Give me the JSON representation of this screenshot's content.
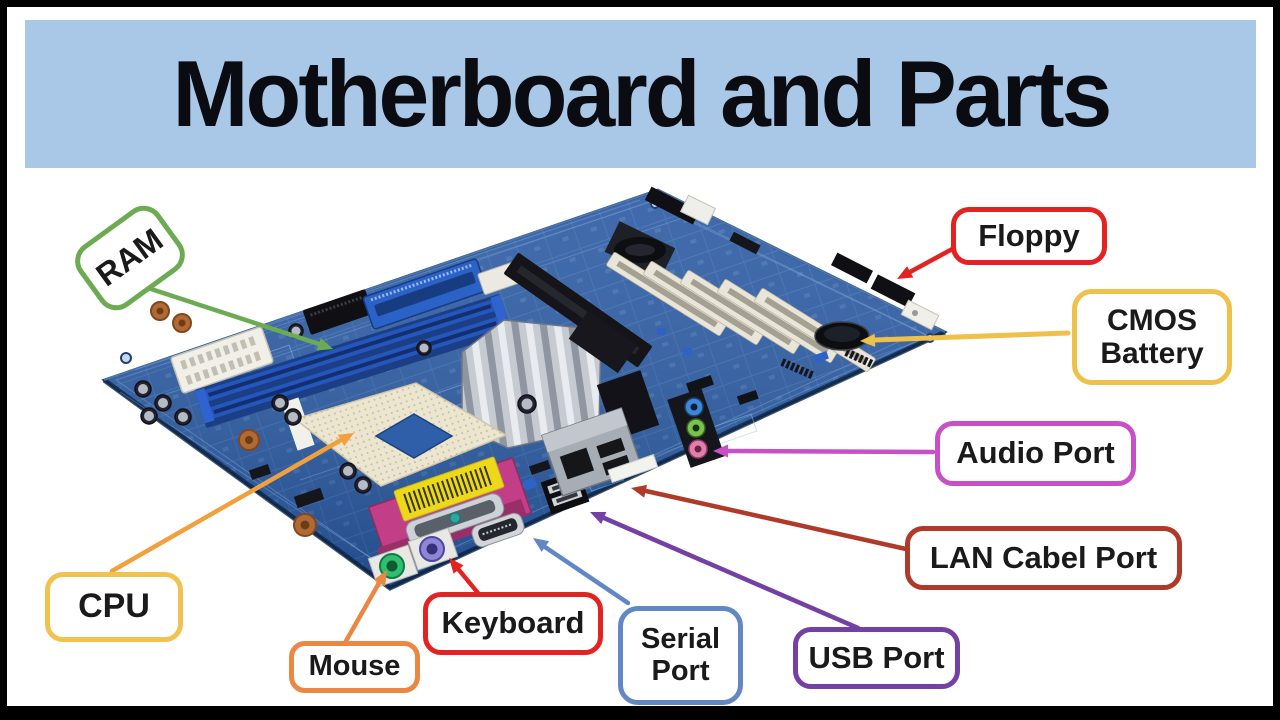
{
  "title": {
    "text": "Motherboard and Parts",
    "bg": "#a9c7e6"
  },
  "callouts": [
    {
      "id": "ram",
      "label": "RAM",
      "color": "#6cab51"
    },
    {
      "id": "floppy",
      "label": "Floppy",
      "color": "#e32222"
    },
    {
      "id": "cmos-battery",
      "label": "CMOS Battery",
      "line1": "CMOS",
      "line2": "Battery",
      "color": "#f0c14a"
    },
    {
      "id": "audio-port",
      "label": "Audio Port",
      "color": "#c750c7"
    },
    {
      "id": "lan-port",
      "label": "LAN Cabel Port",
      "color": "#b03a2a"
    },
    {
      "id": "usb-port",
      "label": "USB Port",
      "color": "#7440a3"
    },
    {
      "id": "serial-port",
      "label": "Serial Port",
      "line1": "Serial",
      "line2": "Port",
      "color": "#6287c5"
    },
    {
      "id": "keyboard",
      "label": "Keyboard",
      "color": "#e32222"
    },
    {
      "id": "mouse",
      "label": "Mouse",
      "color": "#ea8742"
    },
    {
      "id": "cpu",
      "label": "CPU",
      "color": "#f2c24e",
      "arrow_color": "#f0a03c"
    }
  ],
  "board": {
    "colors": {
      "pcb": "#2a5aa2",
      "pcb_dark": "#16335e",
      "trace": "#86aede",
      "ram_slot": "#2456bc",
      "ide_blue": "#2b62c8",
      "pci_slot": "#e9e5d8",
      "agp_black": "#141419",
      "heatsink": "#c6cbd2",
      "cpu_socket": "#ece5cf",
      "socket_hole": "#2e5fa8",
      "atx_white": "#f0efe8",
      "parallel_pink": "#c23f88",
      "label_yellow": "#ecd91a",
      "ps2_green": "#2fbf72",
      "ps2_purple": "#8f86d8",
      "lan_silver": "#a7adb5",
      "battery": "#0c0e12",
      "audio_blue": "#3d86d8",
      "audio_green": "#7cc24e",
      "audio_pink": "#e07fae"
    }
  },
  "frame": {
    "border": "#000000"
  }
}
